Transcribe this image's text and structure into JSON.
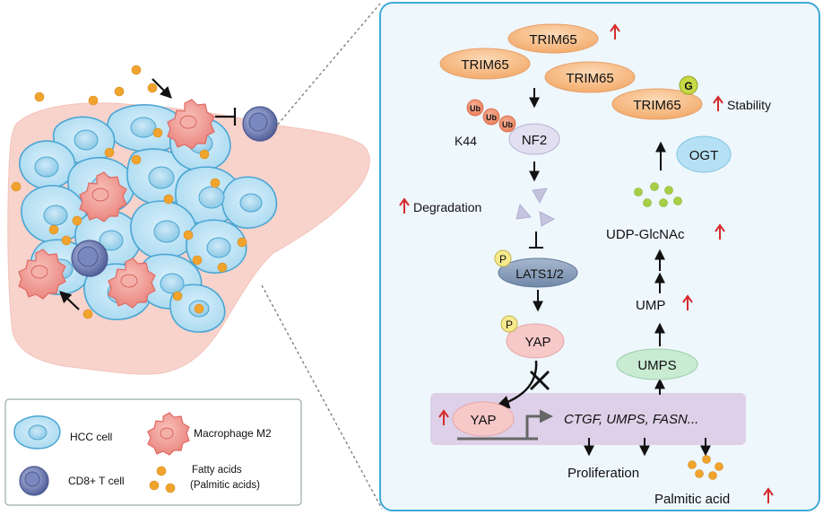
{
  "pathway": {
    "trim65": [
      "TRIM65",
      "TRIM65",
      "TRIM65",
      "TRIM65"
    ],
    "glyco_mark": "G",
    "stability": "Stability",
    "ubiquitin": [
      "Ub",
      "Ub",
      "Ub"
    ],
    "k44": "K44",
    "nf2": "NF2",
    "degradation": "Degradation",
    "phospho": [
      "P",
      "P"
    ],
    "lats": "LATS1/2",
    "yap_top": "YAP",
    "yap_nucleus": "YAP",
    "genes": "CTGF, UMPS, FASN...",
    "proliferation": "Proliferation",
    "palmitic_acid": "Palmitic acid",
    "umps": "UMPS",
    "ump": "UMP",
    "udp_glcnac": "UDP-GlcNAc",
    "ogt": "OGT"
  },
  "legend": {
    "hcc_cell": "HCC cell",
    "macrophage": "Macrophage M2",
    "cd8": "CD8+ T cell",
    "fatty_acids_1": "Fatty acids",
    "fatty_acids_2": "(Palmitic acids)"
  },
  "colors": {
    "panel_bg": "#eef7fc",
    "panel_border": "#3fa9d8",
    "trim65": "#f6bc8a",
    "hcc_cell": "#bfe4f5",
    "macrophage": "#f19a93",
    "cd8": "#5f6fa8",
    "fatty_acid": "#f0a42e",
    "nucleus_band": "#ddd0e8",
    "up_arrow": "#d62b2b",
    "glcnac_dots": "#a6cf45",
    "ogt": "#b6e1f4",
    "umps": "#c8ebd2",
    "lats": "#8fa5c0",
    "yap": "#f6c8c8"
  }
}
